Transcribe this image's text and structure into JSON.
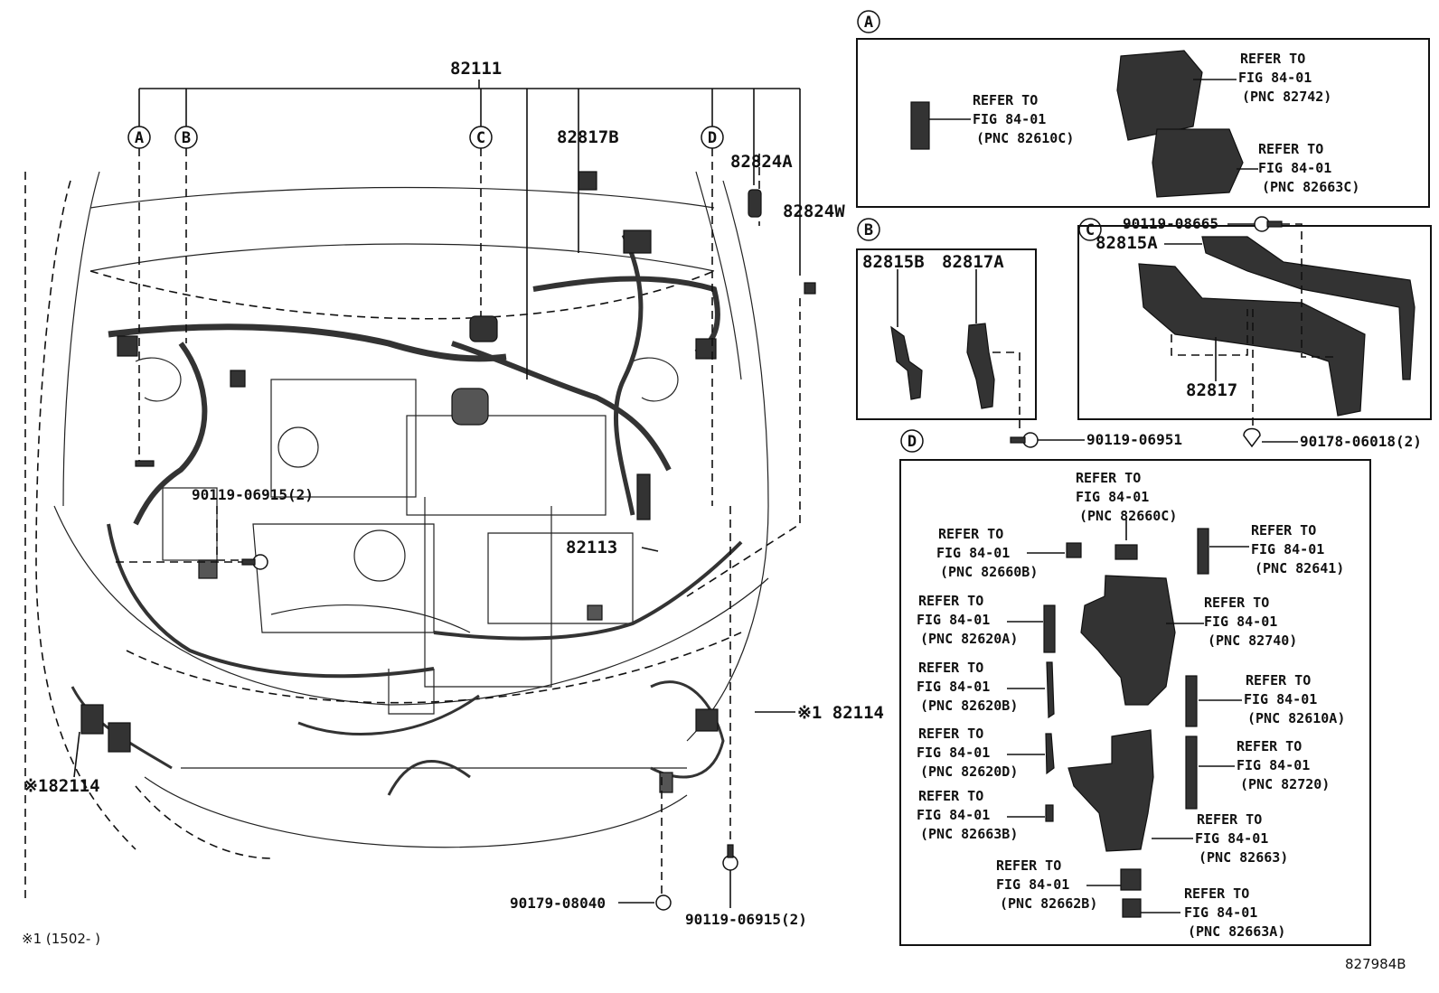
{
  "main": {
    "part_82111": "82111",
    "part_82817B": "82817B",
    "part_82824A": "82824A",
    "part_82824W": "82824W",
    "part_82113": "82113",
    "part_82114_right": "※1 82114",
    "part_82114_left": "※182114",
    "bolt_90119_06915_a": "90119-06915(2)",
    "bolt_90119_06915_b": "90119-06915(2)",
    "clip_90179_08040": "90179-08040",
    "footnote": "※1 (1502-      )",
    "figure_code": "827984B",
    "callouts": [
      "A",
      "B",
      "C",
      "D"
    ]
  },
  "detail_a": {
    "label": "A",
    "refs": [
      {
        "refer": "REFER TO",
        "fig": "FIG 84-01",
        "pnc": "(PNC 82610C)"
      },
      {
        "refer": "REFER TO",
        "fig": "FIG 84-01",
        "pnc": "(PNC 82742)"
      },
      {
        "refer": "REFER TO",
        "fig": "FIG 84-01",
        "pnc": "(PNC 82663C)"
      }
    ]
  },
  "detail_b": {
    "label": "B",
    "parts": [
      "82815B",
      "82817A"
    ],
    "bolt": "90119-06951"
  },
  "detail_c": {
    "label": "C",
    "parts": [
      "82815A",
      "82817"
    ],
    "bolt_top": "90119-08665",
    "clip": "90178-06018(2)"
  },
  "detail_d": {
    "label": "D",
    "refs": [
      {
        "refer": "REFER TO",
        "fig": "FIG 84-01",
        "pnc": "(PNC 82660C)"
      },
      {
        "refer": "REFER TO",
        "fig": "FIG 84-01",
        "pnc": "(PNC 82660B)"
      },
      {
        "refer": "REFER TO",
        "fig": "FIG 84-01",
        "pnc": "(PNC 82641)"
      },
      {
        "refer": "REFER TO",
        "fig": "FIG 84-01",
        "pnc": "(PNC 82620A)"
      },
      {
        "refer": "REFER TO",
        "fig": "FIG 84-01",
        "pnc": "(PNC 82740)"
      },
      {
        "refer": "REFER TO",
        "fig": "FIG 84-01",
        "pnc": "(PNC 82620B)"
      },
      {
        "refer": "REFER TO",
        "fig": "FIG 84-01",
        "pnc": "(PNC 82610A)"
      },
      {
        "refer": "REFER TO",
        "fig": "FIG 84-01",
        "pnc": "(PNC 82620D)"
      },
      {
        "refer": "REFER TO",
        "fig": "FIG 84-01",
        "pnc": "(PNC 82720)"
      },
      {
        "refer": "REFER TO",
        "fig": "FIG 84-01",
        "pnc": "(PNC 82663B)"
      },
      {
        "refer": "REFER TO",
        "fig": "FIG 84-01",
        "pnc": "(PNC 82663)"
      },
      {
        "refer": "REFER TO",
        "fig": "FIG 84-01",
        "pnc": "(PNC 82662B)"
      },
      {
        "refer": "REFER TO",
        "fig": "FIG 84-01",
        "pnc": "(PNC 82663A)"
      }
    ]
  }
}
